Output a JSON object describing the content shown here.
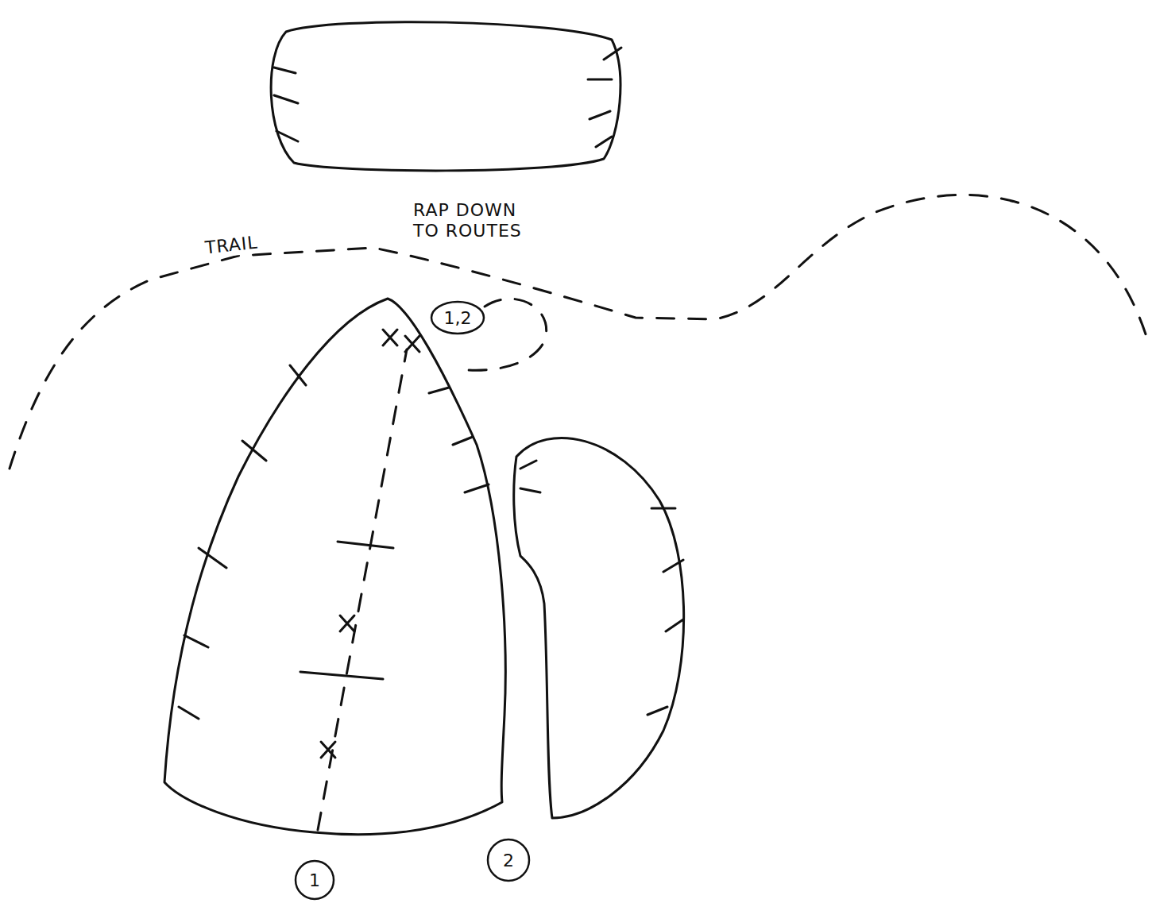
{
  "diagram": {
    "nodes": [
      {
        "text": [
          "1,2"
        ]
      },
      {
        "text": [
          "1"
        ]
      },
      {
        "text": [
          "2"
        ]
      }
    ],
    "labels": [
      "TRAIL",
      "RAP DOWN TO ROUTES"
    ]
  }
}
